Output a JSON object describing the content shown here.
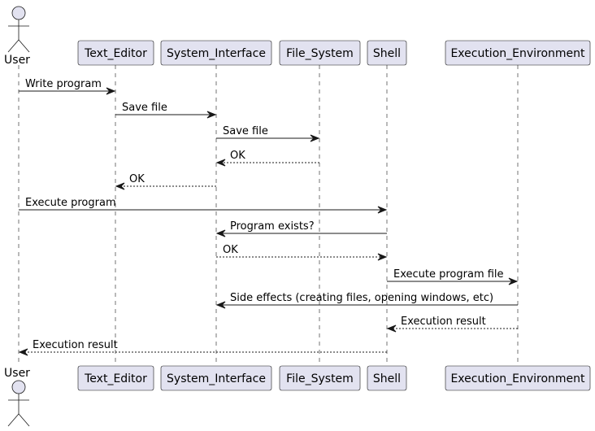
{
  "participants": [
    {
      "id": "user",
      "label": "User",
      "kind": "actor"
    },
    {
      "id": "text_editor",
      "label": "Text_Editor",
      "kind": "participant"
    },
    {
      "id": "system_interface",
      "label": "System_Interface",
      "kind": "participant"
    },
    {
      "id": "file_system",
      "label": "File_System",
      "kind": "participant"
    },
    {
      "id": "shell",
      "label": "Shell",
      "kind": "participant"
    },
    {
      "id": "execution_environment",
      "label": "Execution_Environment",
      "kind": "participant"
    }
  ],
  "messages": [
    {
      "from": "user",
      "to": "text_editor",
      "label": "Write program",
      "style": "solid"
    },
    {
      "from": "text_editor",
      "to": "system_interface",
      "label": "Save file",
      "style": "solid"
    },
    {
      "from": "system_interface",
      "to": "file_system",
      "label": "Save file",
      "style": "solid"
    },
    {
      "from": "file_system",
      "to": "system_interface",
      "label": "OK",
      "style": "dashed"
    },
    {
      "from": "system_interface",
      "to": "text_editor",
      "label": "OK",
      "style": "dashed"
    },
    {
      "from": "user",
      "to": "shell",
      "label": "Execute program",
      "style": "solid"
    },
    {
      "from": "shell",
      "to": "system_interface",
      "label": "Program exists?",
      "style": "solid"
    },
    {
      "from": "system_interface",
      "to": "shell",
      "label": "OK",
      "style": "dashed"
    },
    {
      "from": "shell",
      "to": "execution_environment",
      "label": "Execute program file",
      "style": "solid"
    },
    {
      "from": "execution_environment",
      "to": "system_interface",
      "label": "Side effects (creating files, opening windows, etc)",
      "style": "solid"
    },
    {
      "from": "execution_environment",
      "to": "shell",
      "label": "Execution result",
      "style": "dashed"
    },
    {
      "from": "shell",
      "to": "user",
      "label": "Execution result",
      "style": "dashed"
    }
  ],
  "colors": {
    "participant_fill": "#E2E2F0",
    "stroke": "#181818",
    "background": "#FFFFFF"
  }
}
